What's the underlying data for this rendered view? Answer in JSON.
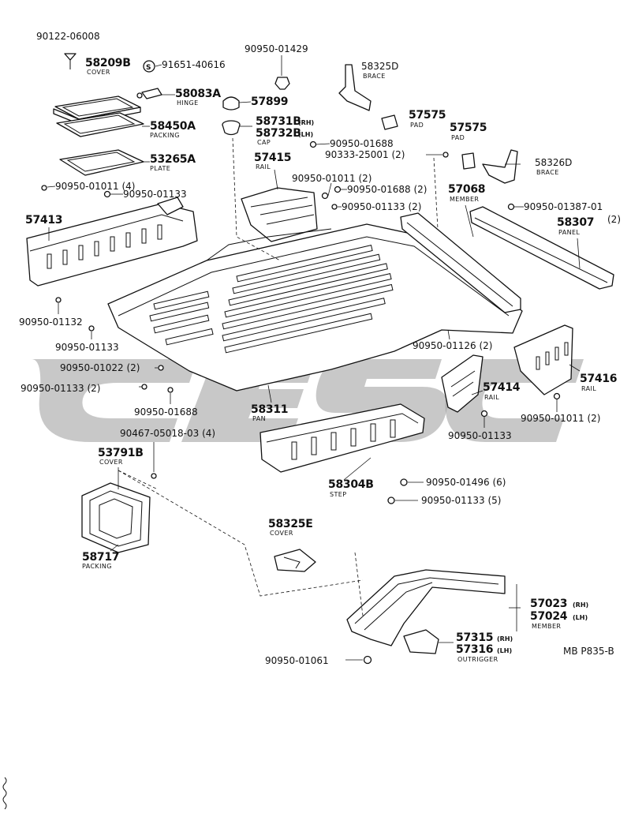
{
  "diagram": {
    "ref_code": "MB P835-B",
    "parts": {
      "p90122": {
        "number": "90122-06008"
      },
      "p58209B": {
        "number": "58209B",
        "desc": "COVER"
      },
      "p91651": {
        "number": "91651-40616"
      },
      "p90950_01429": {
        "number": "90950-01429"
      },
      "p58325D": {
        "number": "58325D",
        "desc": "BRACE"
      },
      "p58083A": {
        "number": "58083A",
        "desc": "HINGE"
      },
      "p57899": {
        "number": "57899"
      },
      "p58450A": {
        "number": "58450A",
        "desc": "PACKING"
      },
      "p58731B": {
        "number": "58731B",
        "suffix": "(RH)"
      },
      "p58732B": {
        "number": "58732B",
        "suffix": "(LH)",
        "desc": "CAP"
      },
      "p57575a": {
        "number": "57575",
        "desc": "PAD"
      },
      "p57575b": {
        "number": "57575",
        "desc": "PAD"
      },
      "p90950_01688a": {
        "number": "90950-01688"
      },
      "p53265A": {
        "number": "53265A",
        "desc": "PLATE"
      },
      "p57415": {
        "number": "57415",
        "desc": "RAIL"
      },
      "p90333": {
        "number": "90333-25001 (2)"
      },
      "p58326D": {
        "number": "58326D",
        "desc": "BRACE"
      },
      "p90950_01011_2": {
        "number": "90950-01011 (2)"
      },
      "p90950_01011_4": {
        "number": "90950-01011 (4)"
      },
      "p90950_01133a": {
        "number": "90950-01133"
      },
      "p90950_01688_2": {
        "number": "90950-01688 (2)"
      },
      "p57068": {
        "number": "57068",
        "desc": "MEMBER"
      },
      "p90950_01133_2a": {
        "number": "90950-01133 (2)"
      },
      "p90950_01387": {
        "number": "90950-01387-01",
        "qty": "(2)"
      },
      "p58307": {
        "number": "58307",
        "desc": "PANEL"
      },
      "p57413": {
        "number": "57413"
      },
      "p90950_01132": {
        "number": "90950-01132"
      },
      "p90950_01133b": {
        "number": "90950-01133"
      },
      "p90950_01126": {
        "number": "90950-01126 (2)"
      },
      "p90950_01022": {
        "number": "90950-01022 (2)"
      },
      "p90950_01133_2b": {
        "number": "90950-01133 (2)"
      },
      "p57414": {
        "number": "57414",
        "desc": "RAIL"
      },
      "p57416": {
        "number": "57416",
        "desc": "RAIL"
      },
      "p90950_01688b": {
        "number": "90950-01688"
      },
      "p58311": {
        "number": "58311",
        "desc": "PAN"
      },
      "p90950_01011_2b": {
        "number": "90950-01011 (2)"
      },
      "p90950_01133c": {
        "number": "90950-01133"
      },
      "p90467": {
        "number": "90467-05018-03 (4)"
      },
      "p53791B": {
        "number": "53791B",
        "desc": "COVER"
      },
      "p58304B": {
        "number": "58304B",
        "desc": "STEP"
      },
      "p90950_01496": {
        "number": "90950-01496 (6)"
      },
      "p90950_01133_5": {
        "number": "90950-01133 (5)"
      },
      "p58325E": {
        "number": "58325E",
        "desc": "COVER"
      },
      "p58717": {
        "number": "58717",
        "desc": "PACKING"
      },
      "p57023": {
        "number": "57023",
        "suffix": "(RH)"
      },
      "p57024": {
        "number": "57024",
        "suffix": "(LH)",
        "desc": "MEMBER"
      },
      "p57315": {
        "number": "57315",
        "suffix": "(RH)"
      },
      "p57316": {
        "number": "57316",
        "suffix": "(LH)",
        "desc": "OUTRIGGER"
      },
      "p90950_01061": {
        "number": "90950-01061"
      }
    }
  }
}
